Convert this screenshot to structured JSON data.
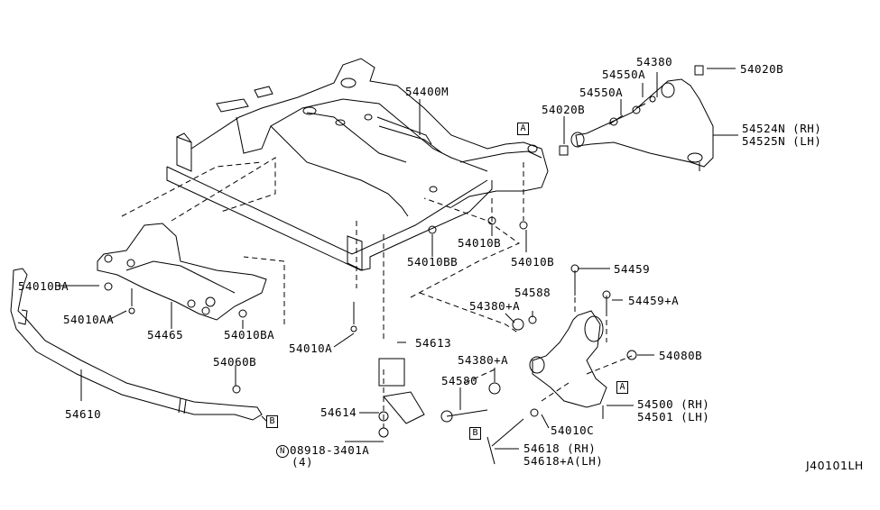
{
  "diagram": {
    "title_code": "J40101LH",
    "parts": {
      "crossmember": "54400M",
      "upper_arm_rh": "54524N (RH)",
      "upper_arm_lh": "54525N (LH)",
      "bushing_nut_top": "54020B",
      "bushing_nut_left": "54020B",
      "bolt_upper_1": "54550A",
      "bolt_upper_2": "54550A",
      "washer_upper": "54380",
      "mount_nut_1": "54010B",
      "mount_nut_2": "54010B",
      "mount_nut_bb": "54010BB",
      "bolt_54459": "54459",
      "bolt_54459a": "54459+A",
      "washer_54588": "54588",
      "washer_54380a_1": "54380+A",
      "washer_54380a_2": "54380+A",
      "nut_54080b": "54080B",
      "lower_arm_rh": "54500 (RH)",
      "lower_arm_lh": "54501 (LH)",
      "washer_54010c": "54010C",
      "bolt_54580": "54580",
      "link_rh": "54618 (RH)",
      "link_lh": "54618+A(LH)",
      "bushing_54613": "54613",
      "clamp_54614": "54614",
      "nut_08918": "08918-3401A",
      "nut_08918_qty": "(4)",
      "nut_08918_prefix": "N",
      "bolt_54010a": "54010A",
      "stabilizer": "54610",
      "nut_54060b": "54060B",
      "member_54465": "54465",
      "nut_54010ba_1": "54010BA",
      "nut_54010ba_2": "54010BA",
      "bolt_54010aa": "54010AA"
    },
    "refs": {
      "a": "A",
      "b": "B"
    }
  }
}
